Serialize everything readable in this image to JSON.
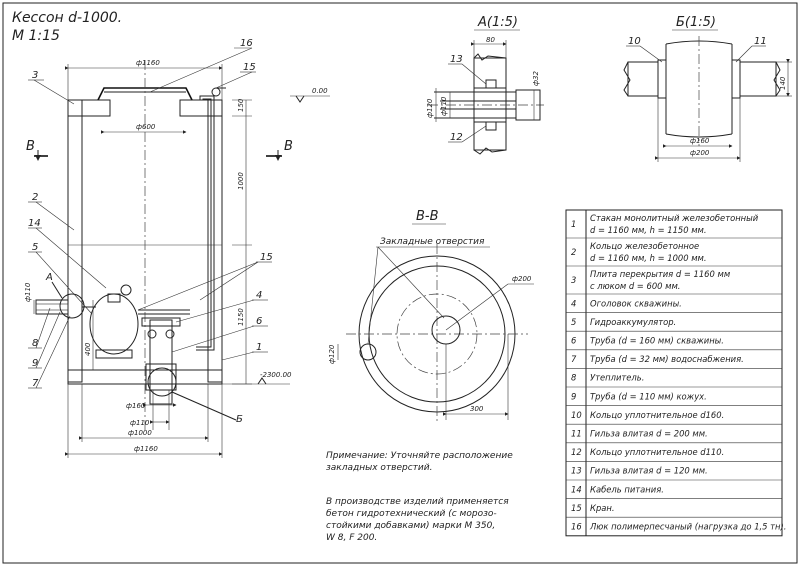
{
  "title": "Кессон d-1000.",
  "scale": "М 1:15",
  "views": {
    "section_bb_marker": "В",
    "view_a": "А(1:5)",
    "view_b": "Б(1:5)",
    "section_title": "В-В",
    "callout_a": "А",
    "callout_b": "Б"
  },
  "main_dims": {
    "d1160_top": "ф1160",
    "d600": "ф600",
    "h150_top": "150",
    "h1000": "1000",
    "h1150": "1150",
    "lvl_0": "0.00",
    "lvl_2300": "-2300.00",
    "d110_side": "ф110",
    "h400": "400",
    "d160": "ф160",
    "d110": "ф110",
    "d1000": "ф1000",
    "d1160_bottom": "ф1160"
  },
  "part_numbers": [
    "16",
    "15",
    "3",
    "2",
    "14",
    "5",
    "15",
    "4",
    "6",
    "1",
    "8",
    "9",
    "7",
    "10",
    "11",
    "13",
    "12"
  ],
  "view_a_dims": {
    "w80": "80",
    "d32": "ф32",
    "d120": "ф120",
    "d110": "ф110"
  },
  "view_b_dims": {
    "h140": "140",
    "d160": "ф160",
    "d200": "ф200"
  },
  "section": {
    "label": "Закладные отверстия",
    "d200": "ф200",
    "d120": "ф120",
    "dim300": "300"
  },
  "legend": [
    {
      "num": "1",
      "text": "Стакан монолитный железобетонный",
      "text2": "d = 1160 мм, h = 1150 мм."
    },
    {
      "num": "2",
      "text": "Кольцо железобетонное",
      "text2": "d = 1160 мм, h = 1000 мм."
    },
    {
      "num": "3",
      "text": "Плита перекрытия d = 1160 мм",
      "text2": "с люком d = 600 мм."
    },
    {
      "num": "4",
      "text": "Оголовок скважины.",
      "text2": ""
    },
    {
      "num": "5",
      "text": "Гидроаккумулятор.",
      "text2": ""
    },
    {
      "num": "6",
      "text": "Труба (d = 160 мм) скважины.",
      "text2": ""
    },
    {
      "num": "7",
      "text": "Труба (d = 32 мм) водоснабжения.",
      "text2": ""
    },
    {
      "num": "8",
      "text": "Утеплитель.",
      "text2": ""
    },
    {
      "num": "9",
      "text": "Труба (d = 110 мм) кожух.",
      "text2": ""
    },
    {
      "num": "10",
      "text": "Кольцо уплотнительное d160.",
      "text2": ""
    },
    {
      "num": "11",
      "text": "Гильза влитая d = 200 мм.",
      "text2": ""
    },
    {
      "num": "12",
      "text": "Кольцо уплотнительное d110.",
      "text2": ""
    },
    {
      "num": "13",
      "text": "Гильза влитая d = 120 мм.",
      "text2": ""
    },
    {
      "num": "14",
      "text": "Кабель питания.",
      "text2": ""
    },
    {
      "num": "15",
      "text": "Кран.",
      "text2": ""
    },
    {
      "num": "16",
      "text": "Люк полимерпесчаный (нагрузка до 1,5 тн).",
      "text2": ""
    }
  ],
  "note": {
    "line1": "Примечание: Уточняйте расположение",
    "line2": "закладных отверстий."
  },
  "concrete_note": {
    "line1": "В производстве изделий применяется",
    "line2": "бетон гидротехнический (с морозо-",
    "line3": "стойкими добавками) марки М 350,",
    "line4": "W 8, F 200."
  }
}
